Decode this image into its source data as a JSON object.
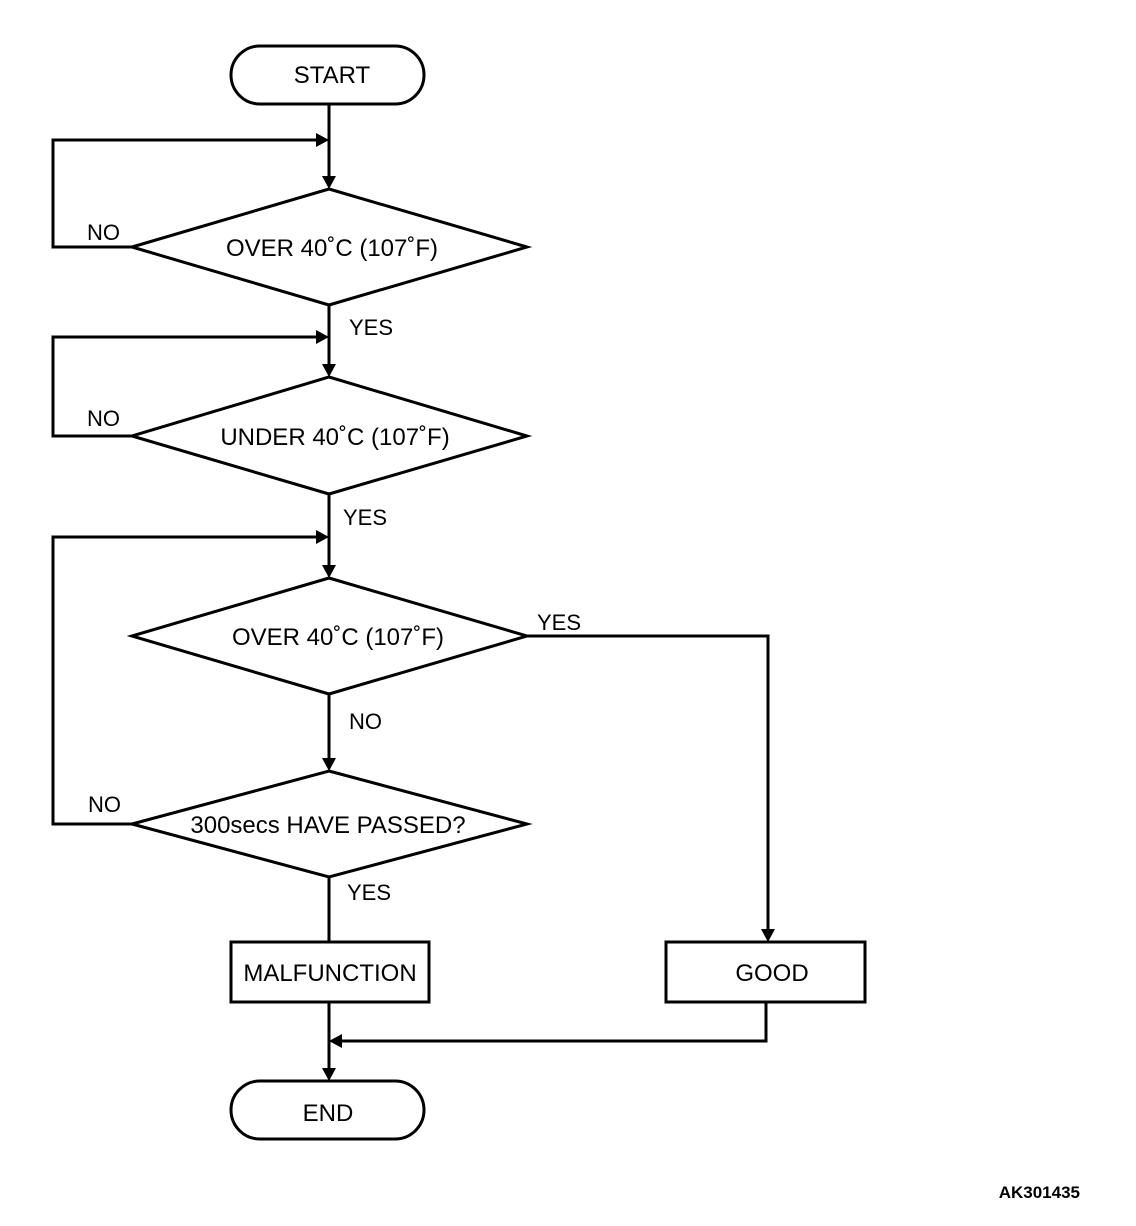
{
  "nodes": {
    "start": "START",
    "check_over_1": "OVER 40˚C (107˚F)",
    "check_under": "UNDER 40˚C (107˚F)",
    "check_over_2": "OVER 40˚C (107˚F)",
    "check_time": "300secs HAVE PASSED?",
    "malfunction": "MALFUNCTION",
    "good": "GOOD",
    "end": "END"
  },
  "edges": {
    "over1_no": "NO",
    "over1_yes": "YES",
    "under_no": "NO",
    "under_yes": "YES",
    "over2_yes": "YES",
    "over2_no": "NO",
    "time_no": "NO",
    "time_yes": "YES"
  },
  "figure_code": "AK301435"
}
